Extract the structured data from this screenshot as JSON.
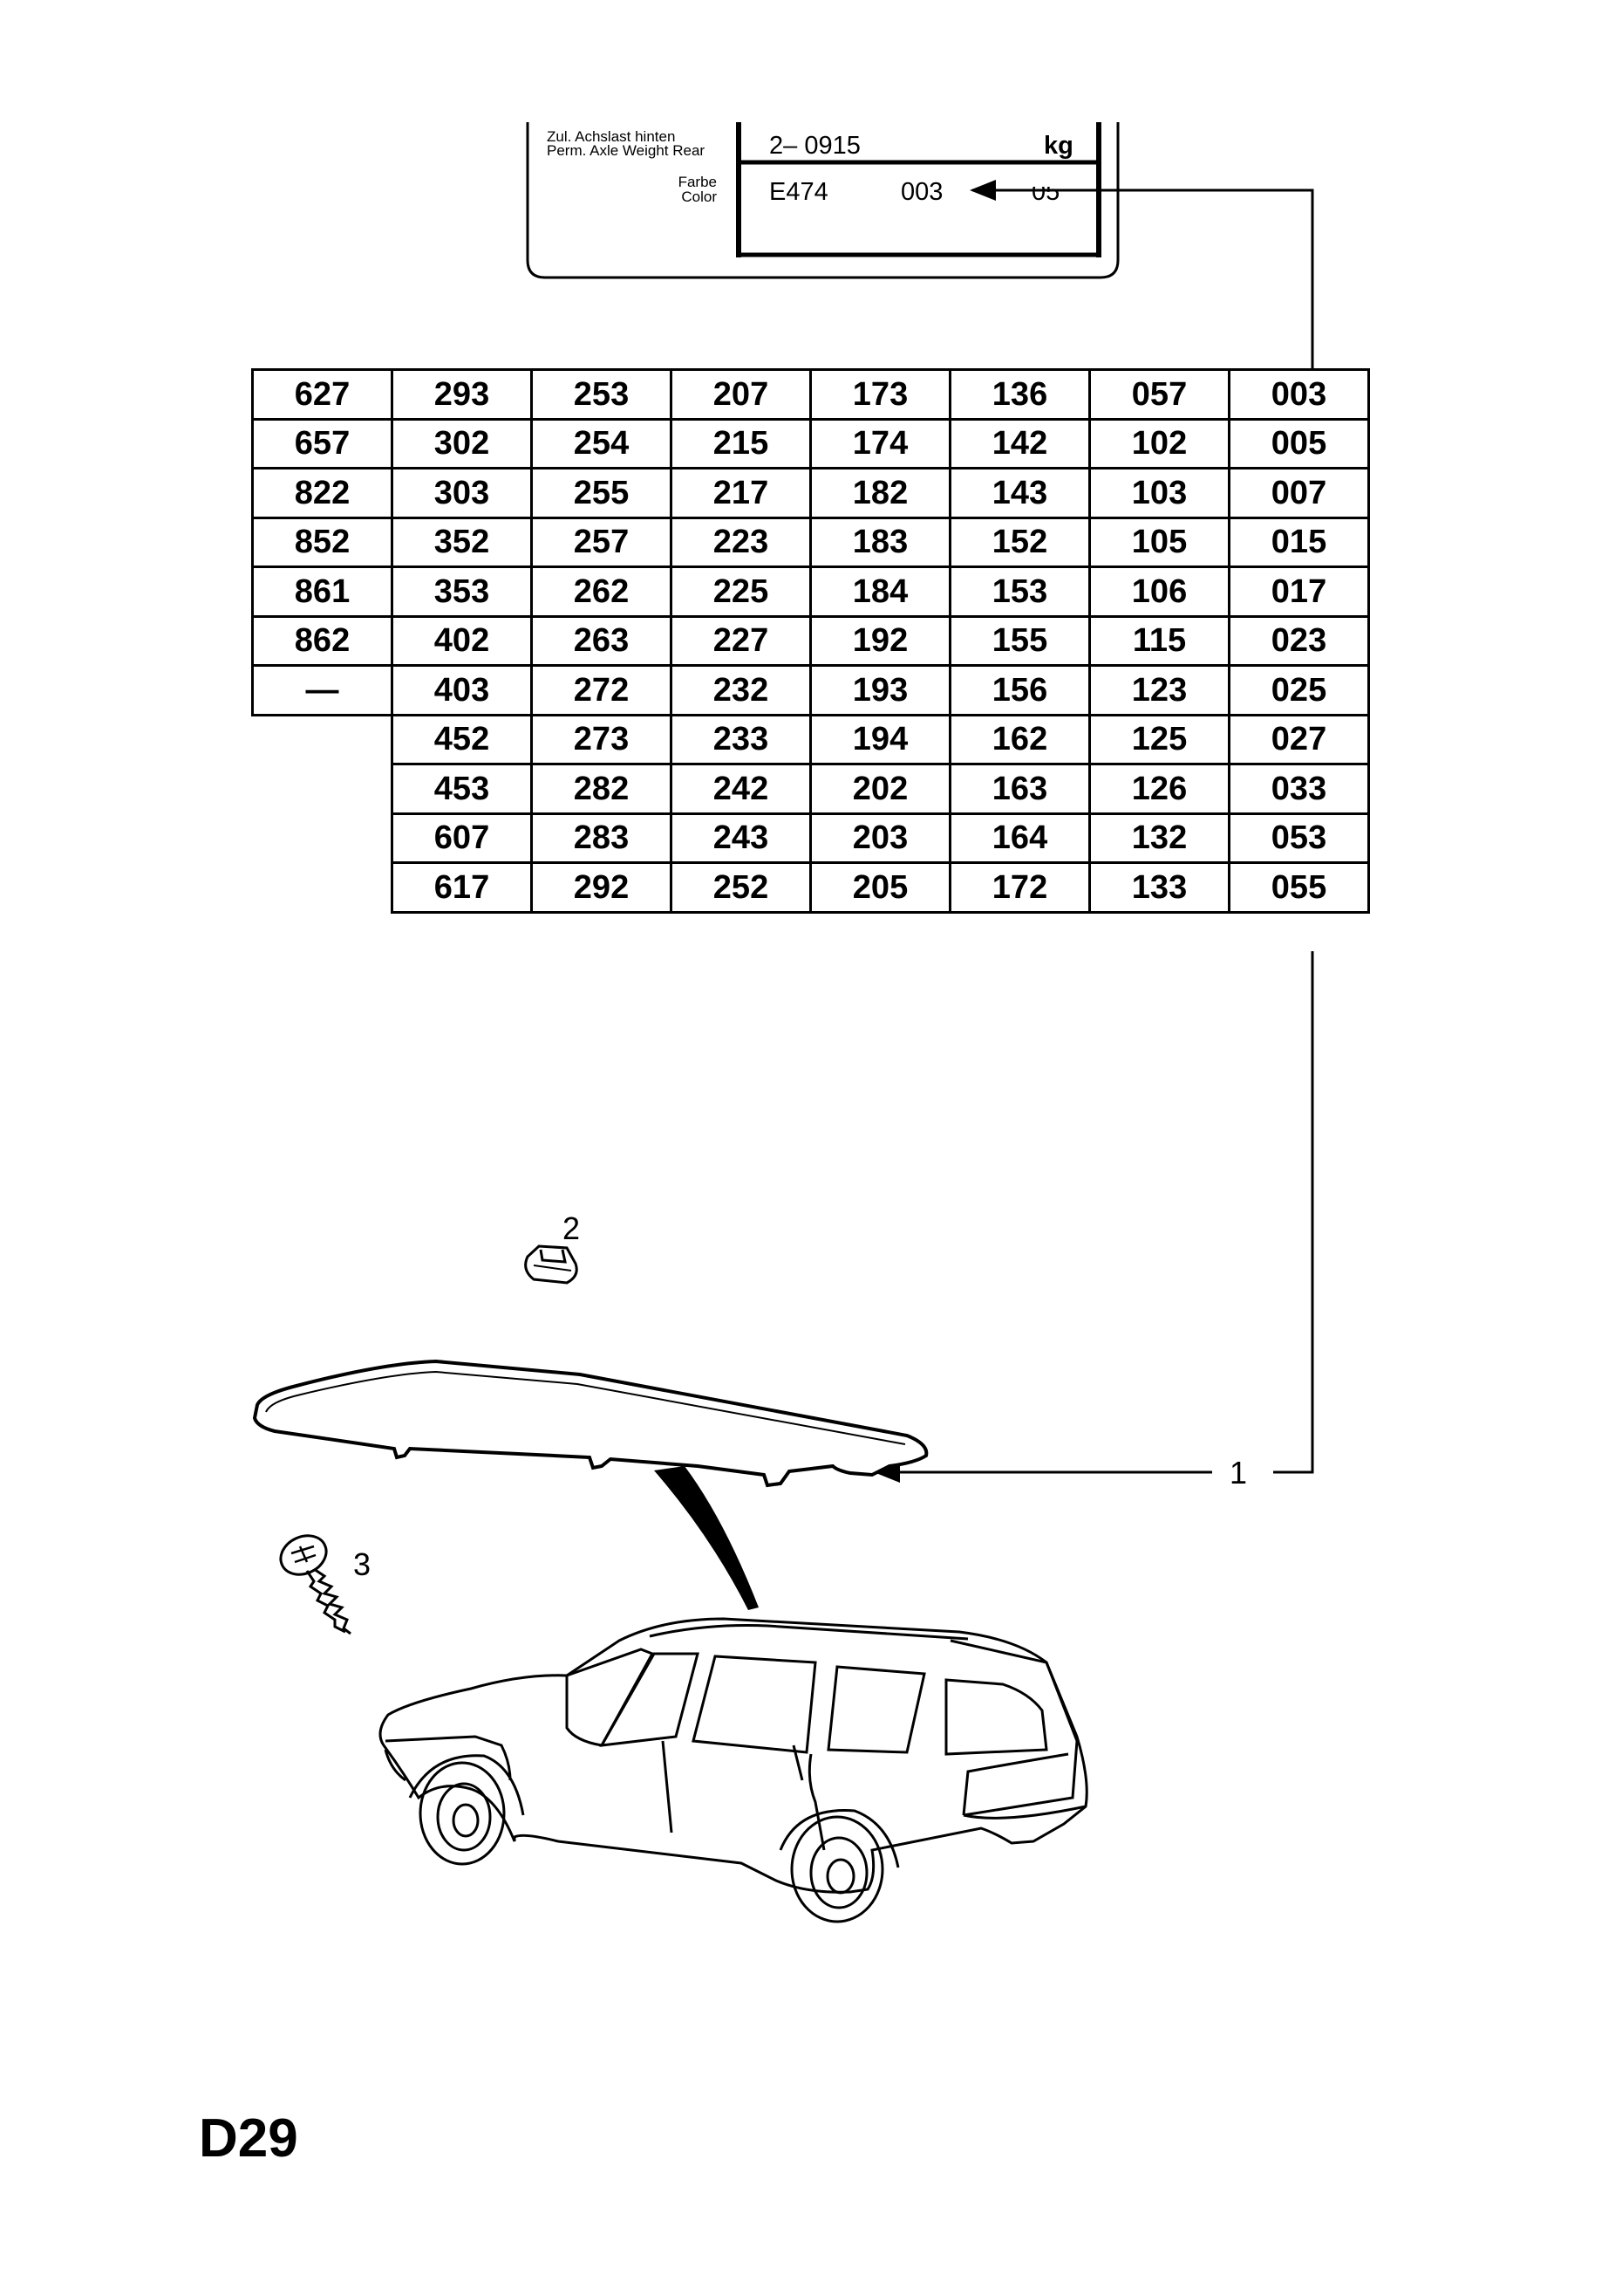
{
  "plate": {
    "axle_label_de": "Zul. Achslast hinten",
    "axle_label_en": "Perm. Axle Weight Rear",
    "axle_value": "2– 0915",
    "axle_unit": "kg",
    "color_label_de": "Farbe",
    "color_label_en": "Color",
    "paint_code": "E474",
    "color_code": "003",
    "color_code_struck": "05"
  },
  "codes_table": {
    "rows": [
      [
        "627",
        "293",
        "253",
        "207",
        "173",
        "136",
        "057",
        "003"
      ],
      [
        "657",
        "302",
        "254",
        "215",
        "174",
        "142",
        "102",
        "005"
      ],
      [
        "822",
        "303",
        "255",
        "217",
        "182",
        "143",
        "103",
        "007"
      ],
      [
        "852",
        "352",
        "257",
        "223",
        "183",
        "152",
        "105",
        "015"
      ],
      [
        "861",
        "353",
        "262",
        "225",
        "184",
        "153",
        "106",
        "017"
      ],
      [
        "862",
        "402",
        "263",
        "227",
        "192",
        "155",
        "115",
        "023"
      ],
      [
        "—",
        "403",
        "272",
        "232",
        "193",
        "156",
        "123",
        "025"
      ],
      [
        "",
        "452",
        "273",
        "233",
        "194",
        "162",
        "125",
        "027"
      ],
      [
        "",
        "453",
        "282",
        "242",
        "202",
        "163",
        "126",
        "033"
      ],
      [
        "",
        "607",
        "283",
        "243",
        "203",
        "164",
        "132",
        "053"
      ],
      [
        "",
        "617",
        "292",
        "252",
        "205",
        "172",
        "133",
        "055"
      ]
    ]
  },
  "callouts": {
    "part_1": "1",
    "part_2": "2",
    "part_3": "3"
  },
  "page_code": "D29",
  "colors": {
    "ink": "#000000",
    "paper": "#ffffff"
  }
}
